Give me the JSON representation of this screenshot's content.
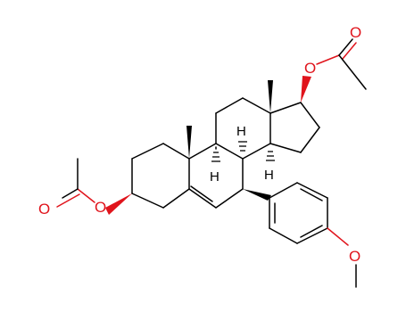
{
  "molecule": {
    "atom_labels": {
      "o_top_carbonyl": "O",
      "o_top_ester": "O",
      "o_left_carbonyl": "O",
      "o_left_ester": "O",
      "o_methoxy": "O",
      "h_c9": "H",
      "h_c8": "H",
      "h_c14": "H"
    },
    "colors": {
      "bond": "#000000",
      "oxygen": "#e0141c",
      "background": "#ffffff"
    }
  }
}
